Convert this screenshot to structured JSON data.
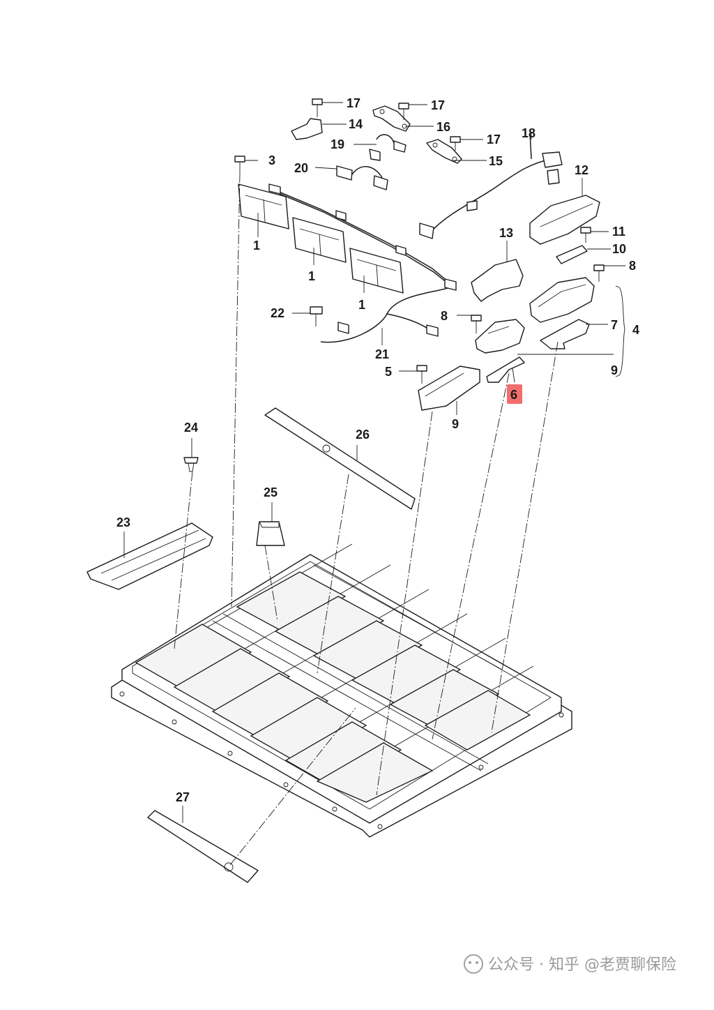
{
  "diagram": {
    "highlighted_label": "6",
    "labels": {
      "l17a": "17",
      "l14": "14",
      "l17b": "17",
      "l16": "16",
      "l19": "19",
      "l17c": "17",
      "l15": "15",
      "l18": "18",
      "l3": "3",
      "l20": "20",
      "l12": "12",
      "l1a": "1",
      "l13": "13",
      "l11": "11",
      "l10": "10",
      "l1b": "1",
      "l8a": "8",
      "l1c": "1",
      "l22": "22",
      "l8b": "8",
      "l7": "7",
      "l4": "4",
      "l21": "21",
      "l5": "5",
      "l9a": "9",
      "l6": "6",
      "l9b": "9",
      "l24": "24",
      "l26": "26",
      "l25": "25",
      "l23": "23",
      "l27": "27"
    },
    "watermark": "公众号 · 知乎 @老贾聊保险"
  }
}
